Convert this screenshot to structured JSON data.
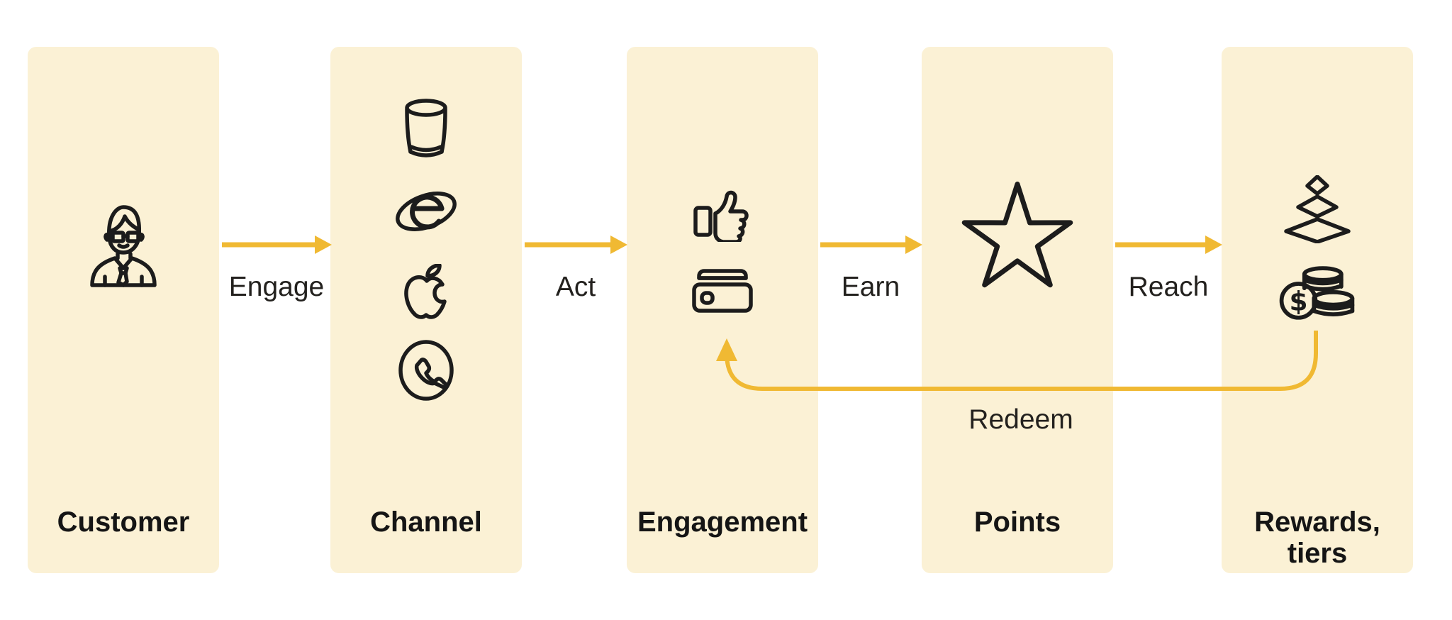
{
  "diagram": {
    "columns": [
      {
        "id": "customer",
        "label": "Customer",
        "icons": [
          "person-icon"
        ]
      },
      {
        "id": "channel",
        "label": "Channel",
        "icons": [
          "smart-speaker-icon",
          "internet-explorer-icon",
          "apple-icon",
          "phone-icon"
        ]
      },
      {
        "id": "engagement",
        "label": "Engagement",
        "icons": [
          "thumbs-up-icon",
          "credit-card-icon"
        ]
      },
      {
        "id": "points",
        "label": "Points",
        "icons": [
          "star-icon"
        ]
      },
      {
        "id": "rewards",
        "label": "Rewards,\ntiers",
        "icons": [
          "tiers-icon",
          "coins-icon"
        ]
      }
    ],
    "flows": [
      {
        "label": "Engage",
        "from": "customer",
        "to": "channel"
      },
      {
        "label": "Act",
        "from": "channel",
        "to": "engagement"
      },
      {
        "label": "Earn",
        "from": "engagement",
        "to": "points"
      },
      {
        "label": "Reach",
        "from": "points",
        "to": "rewards"
      },
      {
        "label": "Redeem",
        "from": "rewards",
        "to": "engagement"
      }
    ],
    "coin_symbol": "$",
    "colors": {
      "column_bg": "#FBF1D5",
      "arrow": "#F0B933",
      "icon_stroke": "#1c1c1c",
      "text": "#23211e",
      "label_text": "#151515",
      "page_bg": "#ffffff"
    }
  }
}
